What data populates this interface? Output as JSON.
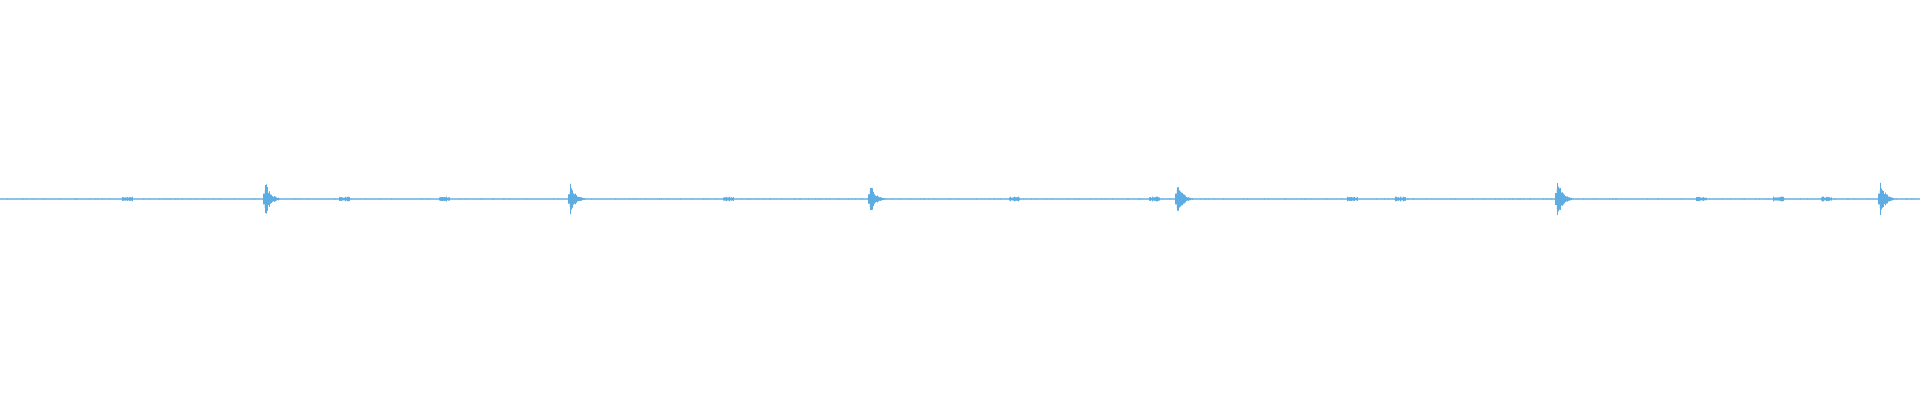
{
  "waveform": {
    "color": "#5dade2",
    "background": "#ffffff",
    "duration_fraction_peaks": [
      {
        "t": 0.138,
        "amplitude": 0.45
      },
      {
        "t": 0.297,
        "amplitude": 0.4
      },
      {
        "t": 0.453,
        "amplitude": 0.4
      },
      {
        "t": 0.613,
        "amplitude": 0.45
      },
      {
        "t": 0.811,
        "amplitude": 0.5
      },
      {
        "t": 0.979,
        "amplitude": 0.45
      }
    ],
    "minor_blips": [
      0.065,
      0.178,
      0.23,
      0.378,
      0.527,
      0.6,
      0.703,
      0.728,
      0.885,
      0.925,
      0.95
    ],
    "noise_amplitude": 0.02
  }
}
